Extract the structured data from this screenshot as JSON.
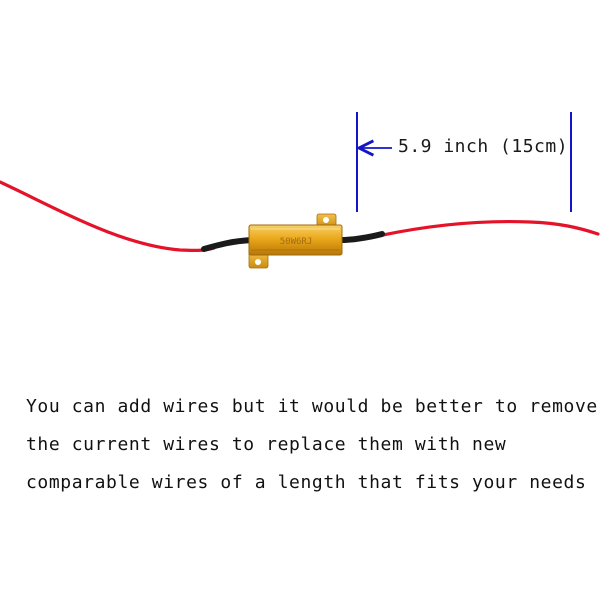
{
  "dimension": {
    "label": "5.9 inch (15cm)",
    "arrow_color": "#1515c8"
  },
  "resistor": {
    "marking": "50W6RJ",
    "body_color": "#e8a416"
  },
  "wire": {
    "color": "#e5132a",
    "sleeve_color": "#1a1a1a"
  },
  "caption": {
    "lines": [
      "You can add wires but it would be better to remove",
      "the current wires to replace them with new",
      "comparable wires of a length that fits your needs"
    ]
  }
}
